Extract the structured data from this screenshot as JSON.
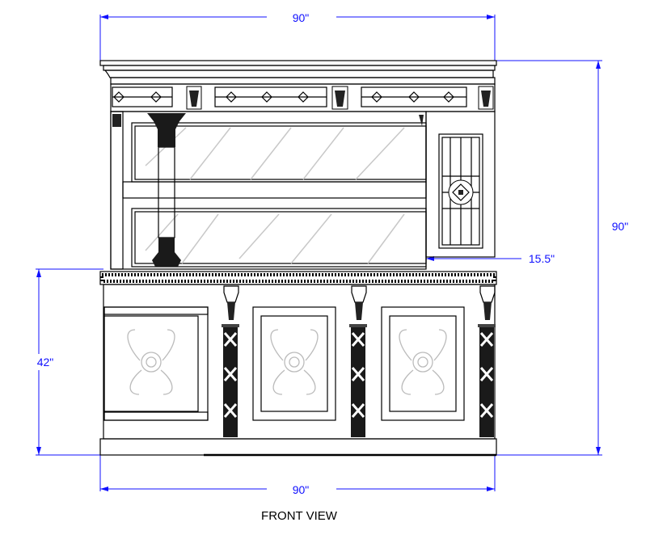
{
  "drawing": {
    "caption": "FRONT VIEW",
    "dimensions": {
      "top_width": "90\"",
      "bottom_width": "90\"",
      "total_height": "90\"",
      "counter_height": "42\"",
      "cabinet_depth": "15.5\""
    },
    "colors": {
      "dimension": "#1010ff",
      "line": "#000000",
      "glass": "#c8c8c8"
    }
  }
}
